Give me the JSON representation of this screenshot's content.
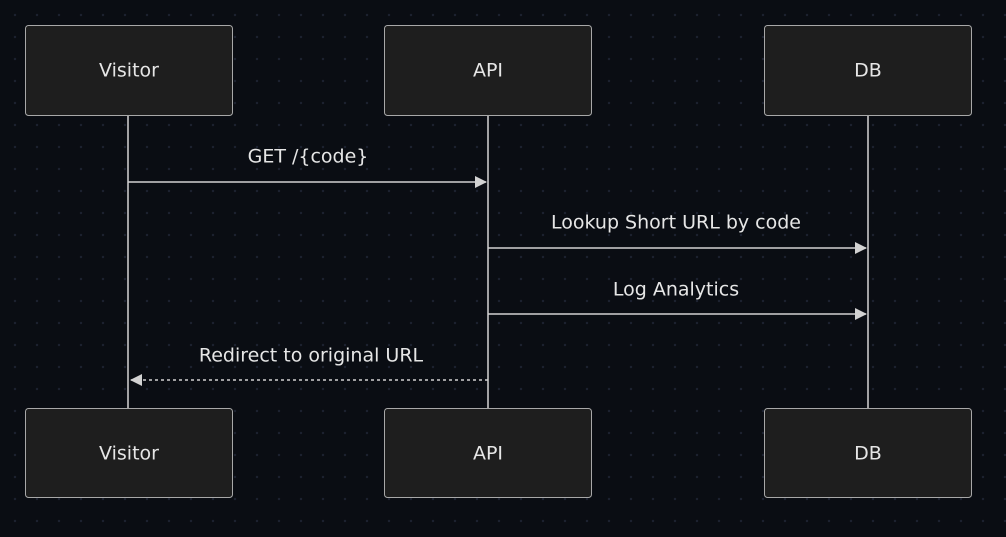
{
  "diagram": {
    "type": "sequence",
    "colors": {
      "background": "#0a0d13",
      "box_fill": "#1e1e1e",
      "box_stroke": "#a8a8a8",
      "line": "#d2d2d2",
      "text": "#e6e6e6"
    },
    "participants": [
      {
        "id": "visitor",
        "label": "Visitor"
      },
      {
        "id": "api",
        "label": "API"
      },
      {
        "id": "db",
        "label": "DB"
      }
    ],
    "messages": [
      {
        "from": "visitor",
        "to": "api",
        "label": "GET /{code}",
        "style": "solid"
      },
      {
        "from": "api",
        "to": "db",
        "label": "Lookup Short URL by code",
        "style": "solid"
      },
      {
        "from": "api",
        "to": "db",
        "label": "Log Analytics",
        "style": "solid"
      },
      {
        "from": "api",
        "to": "visitor",
        "label": "Redirect to original URL",
        "style": "dashed"
      }
    ]
  }
}
